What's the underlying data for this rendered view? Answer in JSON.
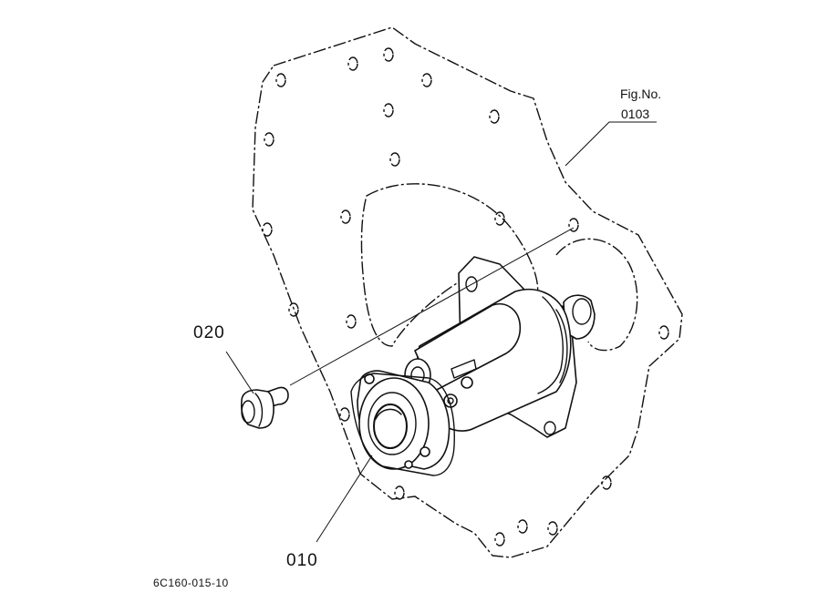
{
  "labels": {
    "fig_no_label": "Fig.No.",
    "fig_no_value": "0103",
    "part_starter": "010",
    "part_bolt": "020",
    "drawing_code": "6C160-015-10"
  },
  "colors": {
    "line": "#111111",
    "background": "#ffffff"
  }
}
